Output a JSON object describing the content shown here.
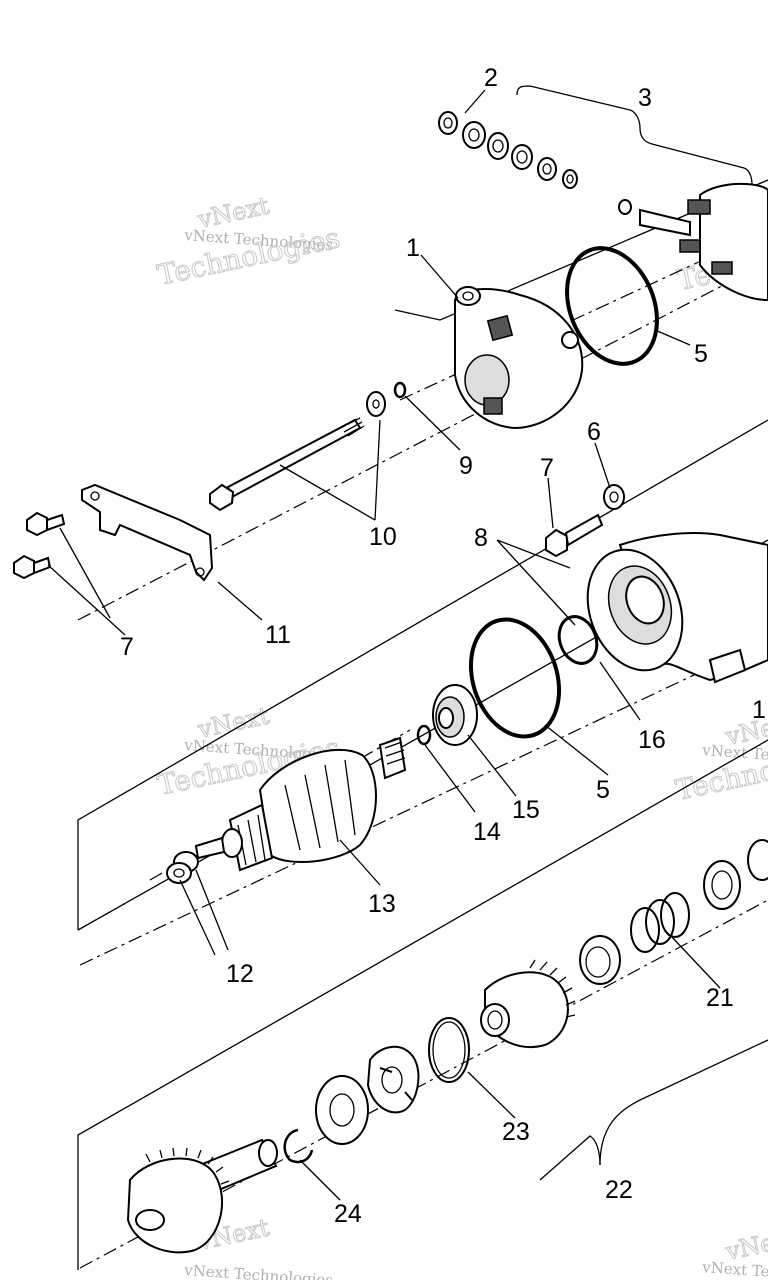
{
  "watermark": {
    "brand_line": "vNext Technologies",
    "word_a": "vNext",
    "word_b": "Technologies"
  },
  "callouts": {
    "c1": "1",
    "c2": "2",
    "c3": "3",
    "c5a": "5",
    "c5b": "5",
    "c6": "6",
    "c7a": "7",
    "c7b": "7",
    "c8": "8",
    "c9": "9",
    "c10": "10",
    "c11": "11",
    "c12": "12",
    "c13": "13",
    "c14": "14",
    "c15": "15",
    "c16": "16",
    "c17": "1",
    "c21": "21",
    "c22": "22",
    "c23": "23",
    "c24": "24"
  }
}
